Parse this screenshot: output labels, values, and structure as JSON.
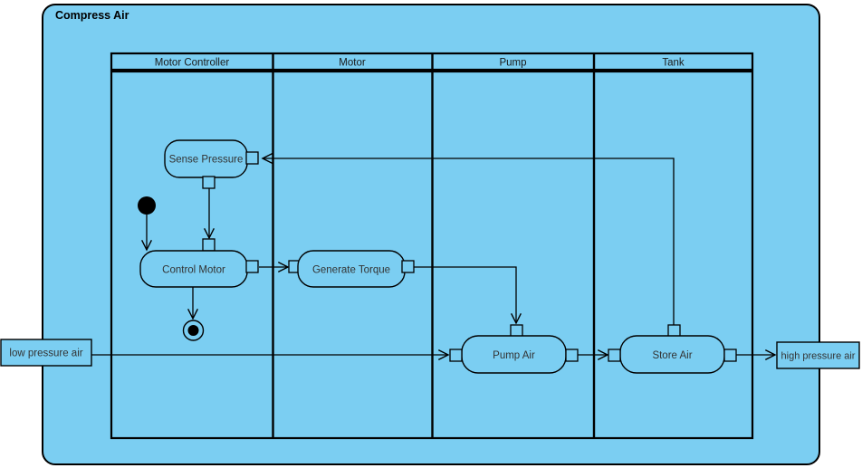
{
  "diagram": {
    "type": "uml-activity-diagram",
    "title": "Compress Air",
    "lanes": [
      {
        "label": "Motor Controller"
      },
      {
        "label": "Motor"
      },
      {
        "label": "Pump"
      },
      {
        "label": "Tank"
      }
    ],
    "actions": [
      {
        "label": "Sense Pressure",
        "lane": "Motor Controller"
      },
      {
        "label": "Control Motor",
        "lane": "Motor Controller"
      },
      {
        "label": "Generate Torque",
        "lane": "Motor"
      },
      {
        "label": "Pump Air",
        "lane": "Pump"
      },
      {
        "label": "Store Air",
        "lane": "Tank"
      }
    ],
    "control_nodes": [
      {
        "type": "initial",
        "lane": "Motor Controller"
      },
      {
        "type": "activity-final",
        "lane": "Motor Controller"
      }
    ],
    "external_nodes": [
      {
        "label": "low pressure air",
        "side": "left"
      },
      {
        "label": "high pressure air",
        "side": "right"
      }
    ],
    "flows": [
      {
        "from": "initial",
        "to": "Control Motor"
      },
      {
        "from": "Sense Pressure",
        "to": "Control Motor"
      },
      {
        "from": "Control Motor",
        "to": "Generate Torque"
      },
      {
        "from": "Control Motor",
        "to": "activity-final"
      },
      {
        "from": "Generate Torque",
        "to": "Pump Air"
      },
      {
        "from": "low pressure air",
        "to": "Pump Air"
      },
      {
        "from": "Pump Air",
        "to": "Store Air"
      },
      {
        "from": "Store Air",
        "to": "high pressure air"
      },
      {
        "from": "Store Air",
        "to": "Sense Pressure"
      }
    ],
    "colors": {
      "fill": "#7BCEF2",
      "stroke": "#000000",
      "text": "#333333"
    }
  }
}
